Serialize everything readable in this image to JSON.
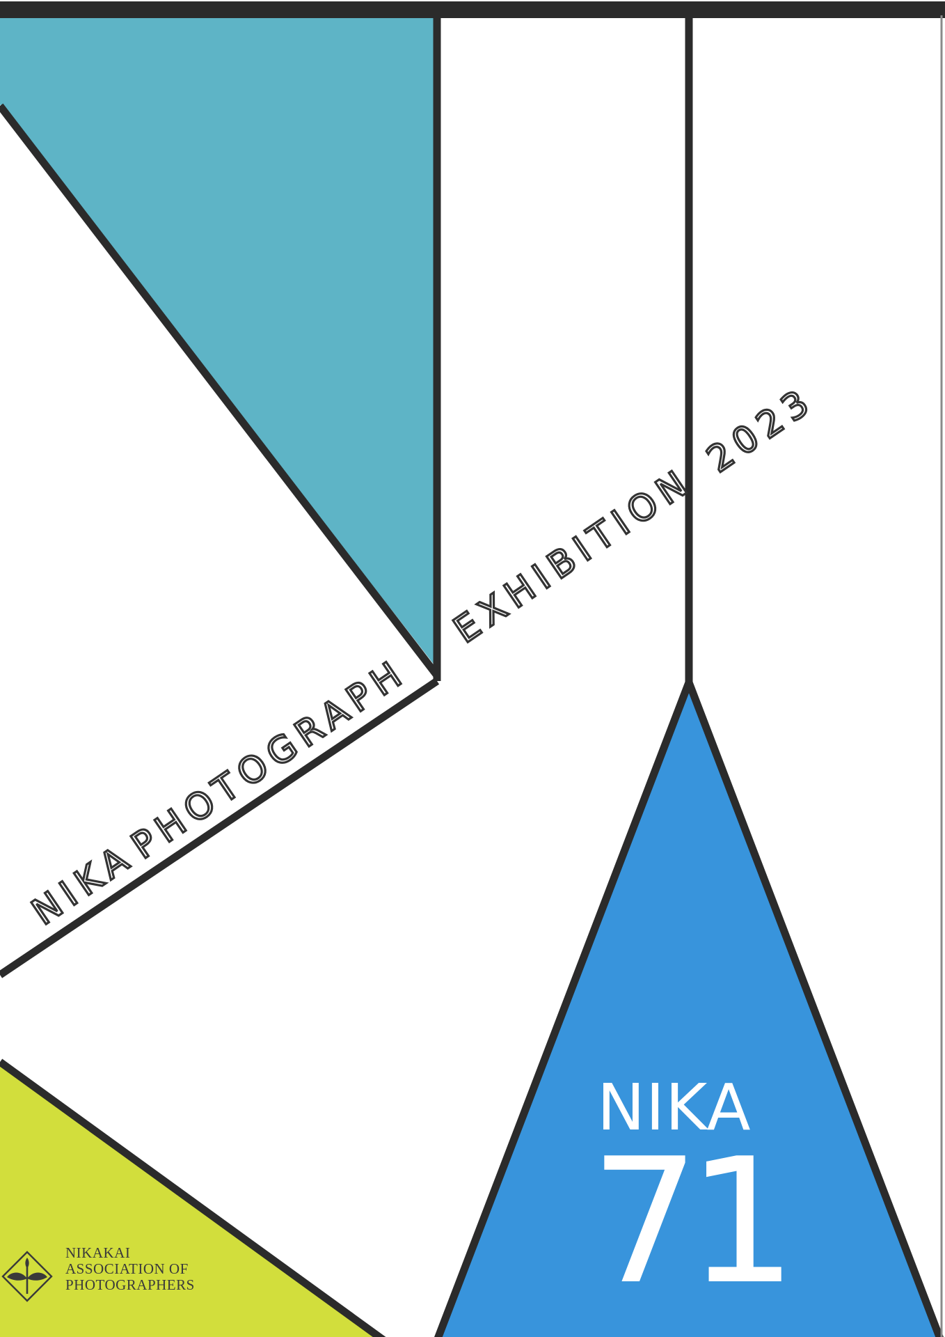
{
  "colors": {
    "teal": "#5eb4c6",
    "blue": "#3894dc",
    "lime": "#d2de3c",
    "line": "#2b2b2b",
    "background": "#ffffff",
    "text": "#333333"
  },
  "poster": {
    "title_words": [
      "NIKA",
      "PHOTOGRAPH",
      "EXHIBITION",
      "2023"
    ],
    "badge": {
      "word": "NIKA",
      "number": "71"
    }
  },
  "organization": {
    "lines": [
      "NIKAKAI",
      "ASSOCIATION OF",
      "PHOTOGRAPHERS"
    ],
    "logo_icon": "leaf-sprout-diamond-icon"
  }
}
